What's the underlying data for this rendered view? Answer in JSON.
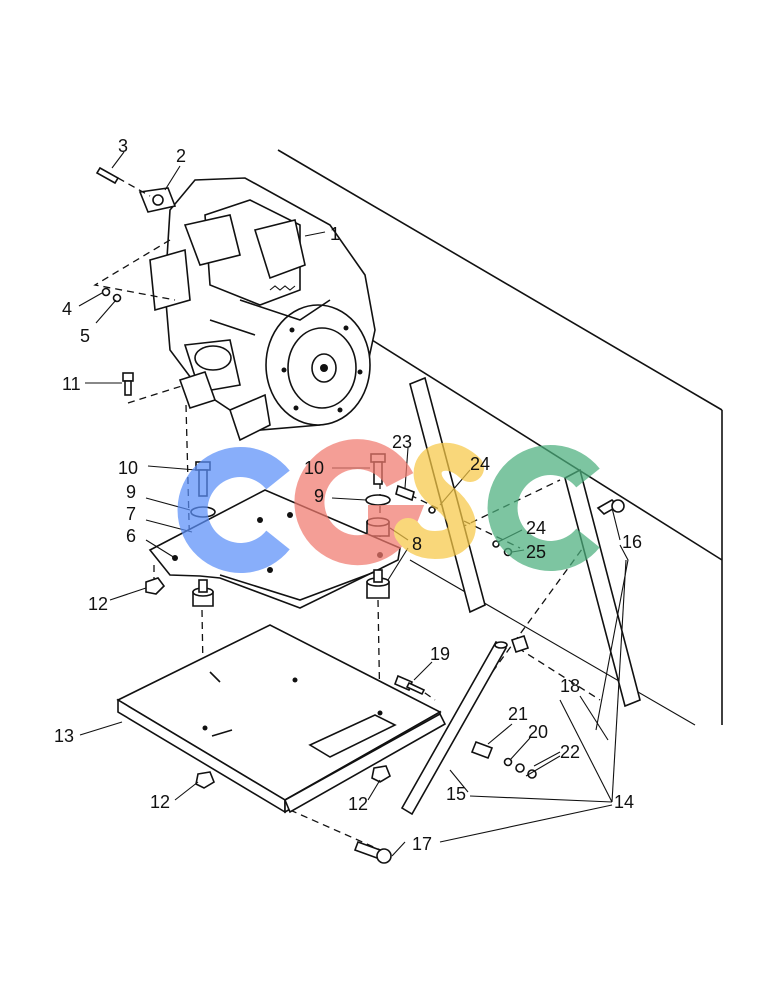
{
  "watermark": {
    "letters": [
      {
        "char": "C",
        "color": "#5b8ff9",
        "name": "watermark-letter-c-blue"
      },
      {
        "char": "G",
        "color": "#f07a6e",
        "name": "watermark-letter-g-red"
      },
      {
        "char": "S",
        "color": "#f7c948",
        "name": "watermark-letter-s-yellow"
      },
      {
        "char": "C",
        "color": "#4caf7d",
        "name": "watermark-letter-c-green"
      }
    ]
  },
  "callouts": {
    "c1": "1",
    "c2": "2",
    "c3": "3",
    "c4": "4",
    "c5": "5",
    "c6": "6",
    "c7": "7",
    "c8": "8",
    "c9a": "9",
    "c9b": "9",
    "c10a": "10",
    "c10b": "10",
    "c11": "11",
    "c12a": "12",
    "c12b": "12",
    "c12c": "12",
    "c13": "13",
    "c14": "14",
    "c15": "15",
    "c16": "16",
    "c17": "17",
    "c18": "18",
    "c19": "19",
    "c20": "20",
    "c21": "21",
    "c22": "22",
    "c23": "23",
    "c24a": "24",
    "c24b": "24",
    "c25": "25"
  }
}
